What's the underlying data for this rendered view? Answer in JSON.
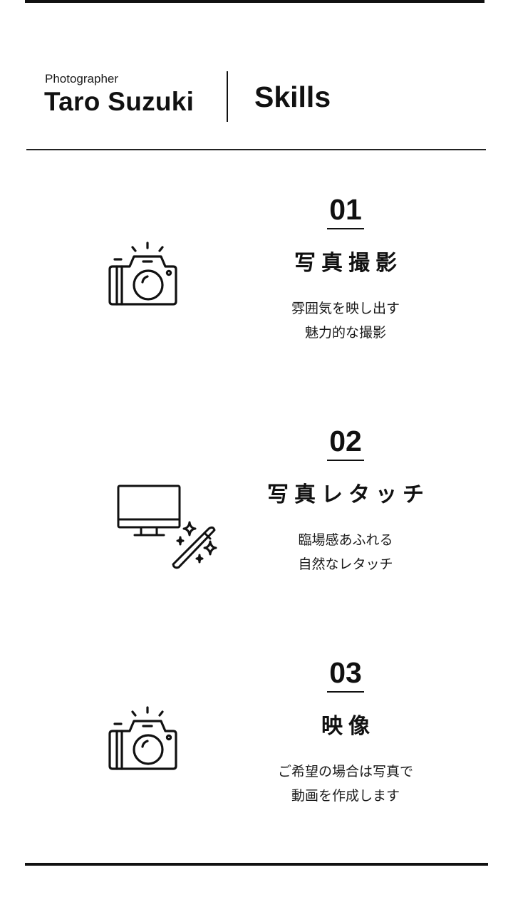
{
  "header": {
    "subtitle": "Photographer",
    "name": "Taro Suzuki",
    "page_title": "Skills"
  },
  "skills": [
    {
      "number": "01",
      "title": "写真撮影",
      "description": [
        "雰囲気を映し出す",
        "魅力的な撮影"
      ],
      "icon": "camera-icon"
    },
    {
      "number": "02",
      "title": "写真レタッチ",
      "description": [
        "臨場感あふれる",
        "自然なレタッチ"
      ],
      "icon": "monitor-magic-wand-icon"
    },
    {
      "number": "03",
      "title": "映像",
      "description": [
        "ご希望の場合は写真で",
        "動画を作成します"
      ],
      "icon": "camera-icon"
    }
  ],
  "colors": {
    "text": "#111111",
    "background": "#ffffff",
    "rules": "#111111"
  }
}
